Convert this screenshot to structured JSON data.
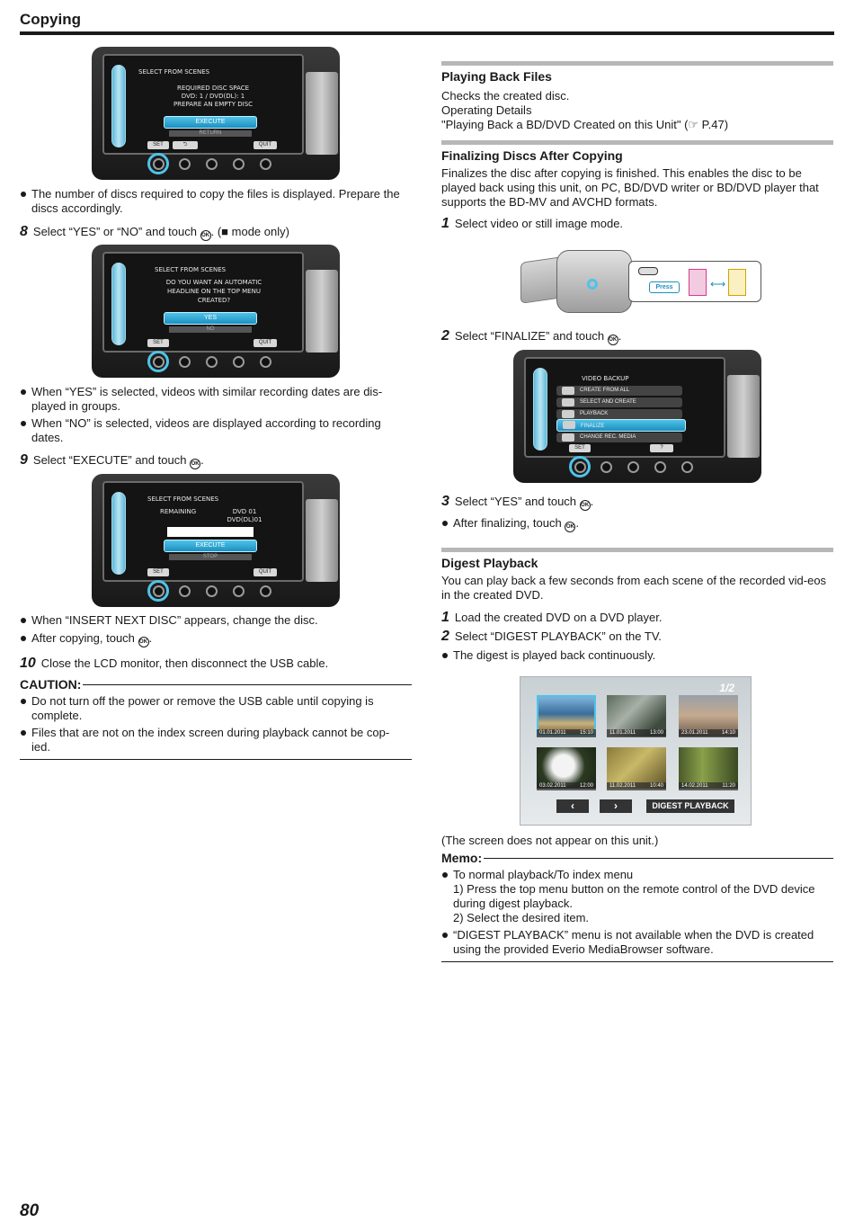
{
  "header": {
    "title": "Copying"
  },
  "page_number": "80",
  "left": {
    "screen1": {
      "title": "SELECT FROM SCENES",
      "line1": "REQUIRED DISC SPACE",
      "line2": "DVD: 1 / DVD(DL): 1",
      "line3": "PREPARE AN EMPTY DISC",
      "button": "EXECUTE",
      "sub": "RETURN",
      "set": "SET",
      "quit": "QUIT"
    },
    "bullet1": "The number of discs required to copy the files is displayed. Prepare the discs accordingly.",
    "step8": {
      "num": "8",
      "text_a": "Select “YES” or “NO” and touch",
      "text_b": ". (",
      "text_c": " mode only)"
    },
    "screen2": {
      "title": "SELECT FROM SCENES",
      "line1": "DO YOU WANT AN AUTOMATIC",
      "line2": "HEADLINE ON THE TOP MENU",
      "line3": "CREATED?",
      "button": "YES",
      "sub": "NO",
      "set": "SET",
      "quit": "QUIT"
    },
    "bullet2": "When “YES” is selected, videos with similar recording dates are dis-played in groups.",
    "bullet3": "When “NO” is selected, videos are displayed according to recording dates.",
    "step9": {
      "num": "9",
      "text_a": "Select “EXECUTE” and touch",
      "text_b": "."
    },
    "screen3": {
      "title": "SELECT FROM SCENES",
      "line1": "REMAINING",
      "line2": "DVD   01",
      "line3": "DVD(DL)01",
      "button": "EXECUTE",
      "sub": "STOP",
      "set": "SET",
      "quit": "QUIT"
    },
    "bullet4": "When “INSERT NEXT DISC” appears, change the disc.",
    "bullet5_a": "After copying, touch",
    "bullet5_b": ".",
    "step10": {
      "num": "10",
      "text": "Close the LCD monitor, then disconnect the USB cable."
    },
    "caution": {
      "title": "CAUTION:",
      "items": [
        "Do not turn off the power or remove the USB cable until copying is complete.",
        "Files that are not on the index screen during playback cannot be cop-ied."
      ]
    }
  },
  "right": {
    "playing_back": {
      "title": "Playing Back Files",
      "line1": "Checks the created disc.",
      "line2": "Operating Details",
      "line3": "\"Playing Back a BD/DVD Created on this Unit\"  (☞ P.47)"
    },
    "finalizing": {
      "title": "Finalizing Discs After Copying",
      "body": "Finalizes the disc after copying is finished. This enables the disc to be played back using this unit, on PC, BD/DVD writer or BD/DVD player that supports the BD-MV and AVCHD formats.",
      "step1": {
        "num": "1",
        "text": "Select video or still image mode."
      },
      "press": "Press",
      "step2": {
        "num": "2",
        "text_a": "Select “FINALIZE” and touch",
        "text_b": "."
      },
      "menu": {
        "header": "VIDEO BACKUP",
        "items": [
          "CREATE FROM ALL",
          "SELECT AND CREATE",
          "PLAYBACK",
          "FINALIZE",
          "CHANGE REC. MEDIA"
        ],
        "set": "SET",
        "help": "?"
      },
      "step3": {
        "num": "3",
        "text_a": "Select “YES” and touch",
        "text_b": "."
      },
      "bullet_a": "After finalizing, touch",
      "bullet_b": "."
    },
    "digest": {
      "title": "Digest Playback",
      "body": "You can play back a few seconds from each scene of the recorded vid-eos in the created DVD.",
      "step1": {
        "num": "1",
        "text": "Load the created DVD on a DVD player."
      },
      "step2": {
        "num": "2",
        "text": "Select “DIGEST PLAYBACK” on the TV."
      },
      "bullet": "The digest is played back continuously.",
      "screen": {
        "page": "1/2",
        "button_label": "DIGEST PLAYBACK",
        "thumbs": [
          {
            "date": "01.01.2011",
            "time": "15:10"
          },
          {
            "date": "11.01.2011",
            "time": "13:00"
          },
          {
            "date": "23.01.2011",
            "time": "14:10"
          },
          {
            "date": "03.02.2011",
            "time": "12:00"
          },
          {
            "date": "11.02.2011",
            "time": "10:40"
          },
          {
            "date": "14.02.2011",
            "time": "11:20"
          }
        ]
      },
      "caption": "(The screen does not appear on this unit.)"
    },
    "memo": {
      "title": "Memo:",
      "item1_head": "To normal playback/To index menu",
      "item1_a": "1) Press the top menu button on the remote control of the DVD device during digest playback.",
      "item1_b": "2) Select the desired item.",
      "item2": "“DIGEST PLAYBACK” menu is not available when the DVD is created using the provided Everio MediaBrowser software."
    }
  },
  "icons": {
    "ok": "OK",
    "video_mode": "video-camera-icon"
  },
  "colors": {
    "accent": "#4fc3e8",
    "section_bar": "#b7b7b7"
  }
}
